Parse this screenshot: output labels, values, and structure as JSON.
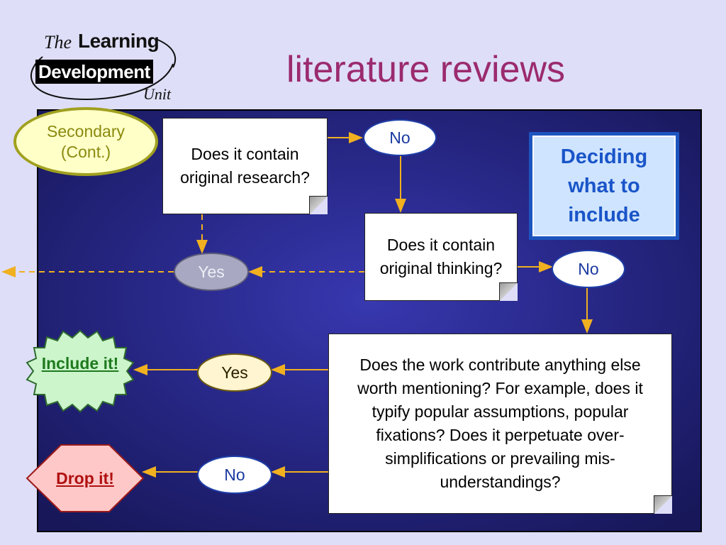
{
  "logo": {
    "the": "The",
    "learning": "Learning",
    "development": "Development",
    "unit": "Unit"
  },
  "title": "literature reviews",
  "flow": {
    "secondary": "Secondary (Cont.)",
    "q1": "Does it contain original research?",
    "q2": "Does it contain original thinking?",
    "q3": "Does the work contribute anything else worth mentioning?  For example, does it typify popular assumptions, popular fixations? Does it perpetuate over-simplifications or prevailing mis-understandings?",
    "no1": "No",
    "no2": "No",
    "no3": "No",
    "yes1": "Yes",
    "yes2": "Yes",
    "deciding": "Deciding what to include",
    "include": "Include it!",
    "drop": "Drop it!"
  },
  "colors": {
    "title": "#9b2a6e",
    "panel": "#2a2a8e",
    "arrow": "#f0b020",
    "include": "#1e7a1e",
    "drop": "#b01010"
  }
}
